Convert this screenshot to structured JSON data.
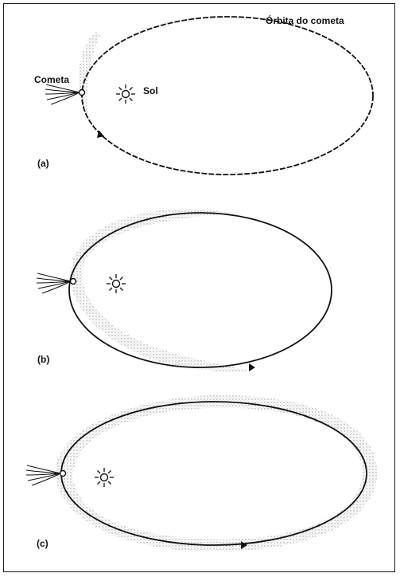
{
  "labels": {
    "orbit": "Órbita do cometa",
    "comet": "Cometa",
    "sun": "Sol"
  },
  "panels": [
    {
      "tag": "(a)"
    },
    {
      "tag": "(b)"
    },
    {
      "tag": "(c)"
    }
  ],
  "colors": {
    "line": "#111111",
    "dust": "#9a9a9a"
  }
}
